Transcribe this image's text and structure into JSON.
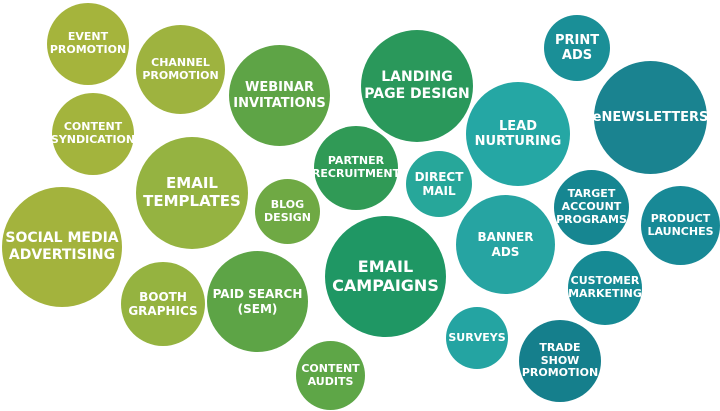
{
  "bubbles": {
    "event_promotion": "EVENT\nPROMOTION",
    "channel_promotion": "CHANNEL\nPROMOTION",
    "content_syndication": "CONTENT\nSYNDICATION",
    "email_templates": "EMAIL\nTEMPLATES",
    "social_media_advertising": "SOCIAL MEDIA\nADVERTISING",
    "booth_graphics": "BOOTH\nGRAPHICS",
    "webinar_invitations": "WEBINAR\nINVITATIONS",
    "blog_design": "BLOG\nDESIGN",
    "paid_search": "PAID SEARCH\n(SEM)",
    "content_audits": "CONTENT\nAUDITS",
    "landing_page_design": "LANDING\nPAGE DESIGN",
    "partner_recruitment": "PARTNER\nRECRUITMENT",
    "email_campaigns": "EMAIL\nCAMPAIGNS",
    "direct_mail": "DIRECT\nMAIL",
    "lead_nurturing": "LEAD\nNURTURING",
    "banner_ads": "BANNER\nADS",
    "surveys": "SURVEYS",
    "print_ads": "PRINT\nADS",
    "enewsletters": "eNEWSLETTERS",
    "target_account_programs": "TARGET\nACCOUNT\nPROGRAMS",
    "product_launches": "PRODUCT\nLAUNCHES",
    "customer_marketing": "CUSTOMER\nMARKETING",
    "trade_show_promotion": "TRADE SHOW\nPROMOTION"
  },
  "colors": {
    "olive_green": "#a3b43d",
    "green": "#5ea446",
    "dark_green": "#2a985b",
    "teal": "#25a7a4",
    "dark_teal": "#1a8390"
  }
}
